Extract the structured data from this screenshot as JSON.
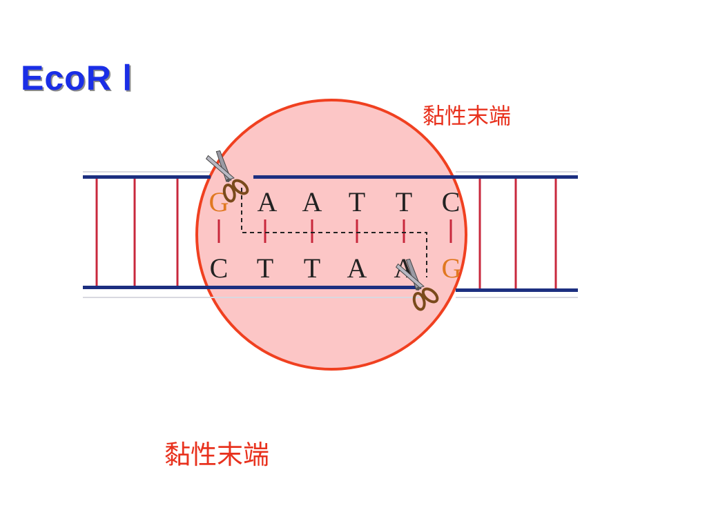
{
  "title": "EcoR Ⅰ",
  "sticky_end_top": "黏性末端",
  "sticky_end_bottom": "黏性末端",
  "top_strand": [
    "G",
    "A",
    "A",
    "T",
    "T",
    "C"
  ],
  "bottom_strand": [
    "C",
    "T",
    "T",
    "A",
    "A",
    "G"
  ],
  "colors": {
    "title": "#1a2ee6",
    "label": "#e8321e",
    "circle_fill": "#fcc6c6",
    "circle_stroke": "#f04020",
    "strand": "#1c2f80",
    "rung": "#c8283c",
    "cut_base": "#e07820"
  },
  "icons": {
    "cut_tool": "scissors-icon"
  }
}
